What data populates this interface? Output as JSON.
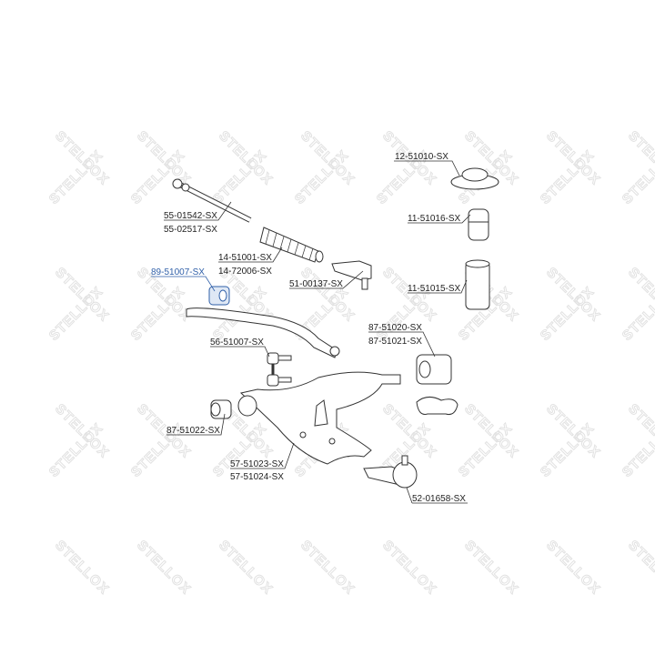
{
  "watermark": "STELLOX",
  "colors": {
    "highlight": "#2f5fa8",
    "line": "#333333",
    "watermark": "#e2e2e2"
  },
  "labels": {
    "strut_mount": "12-51010-SX",
    "tie_rod_a": "55-01542-SX",
    "tie_rod_b": "55-02517-SX",
    "bump_stop": "11-51016-SX",
    "boot_a": "14-51001-SX",
    "boot_b": "14-72006-SX",
    "tie_rod_end": "51-00137-SX",
    "stabilizer_bushing": "89-51007-SX",
    "dust_cover": "11-51015-SX",
    "arm_bushing_a": "87-51020-SX",
    "arm_bushing_b": "87-51021-SX",
    "stabilizer_link": "56-51007-SX",
    "front_bushing": "87-51022-SX",
    "control_arm_a": "57-51023-SX",
    "control_arm_b": "57-51024-SX",
    "ball_joint": "52-01658-SX"
  }
}
